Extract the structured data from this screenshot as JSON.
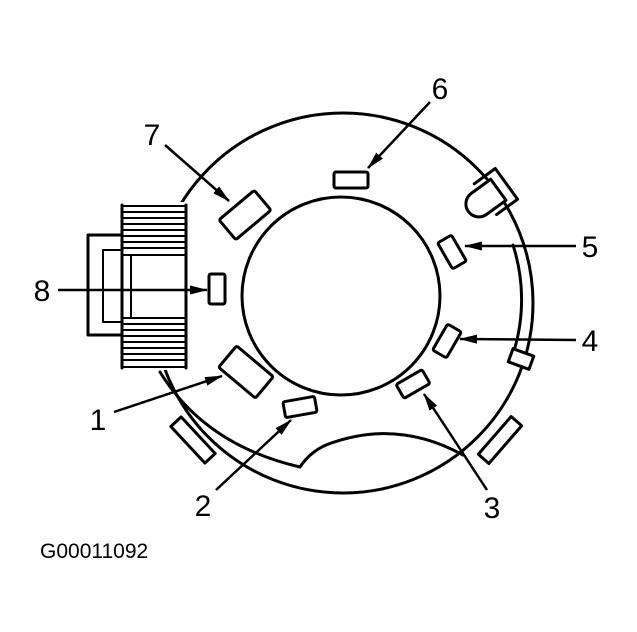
{
  "figure_code": "G00011092",
  "callouts": [
    {
      "label": "1"
    },
    {
      "label": "2"
    },
    {
      "label": "3"
    },
    {
      "label": "4"
    },
    {
      "label": "5"
    },
    {
      "label": "6"
    },
    {
      "label": "7"
    },
    {
      "label": "8"
    }
  ],
  "colors": {
    "line": "#000000",
    "background": "#ffffff"
  }
}
